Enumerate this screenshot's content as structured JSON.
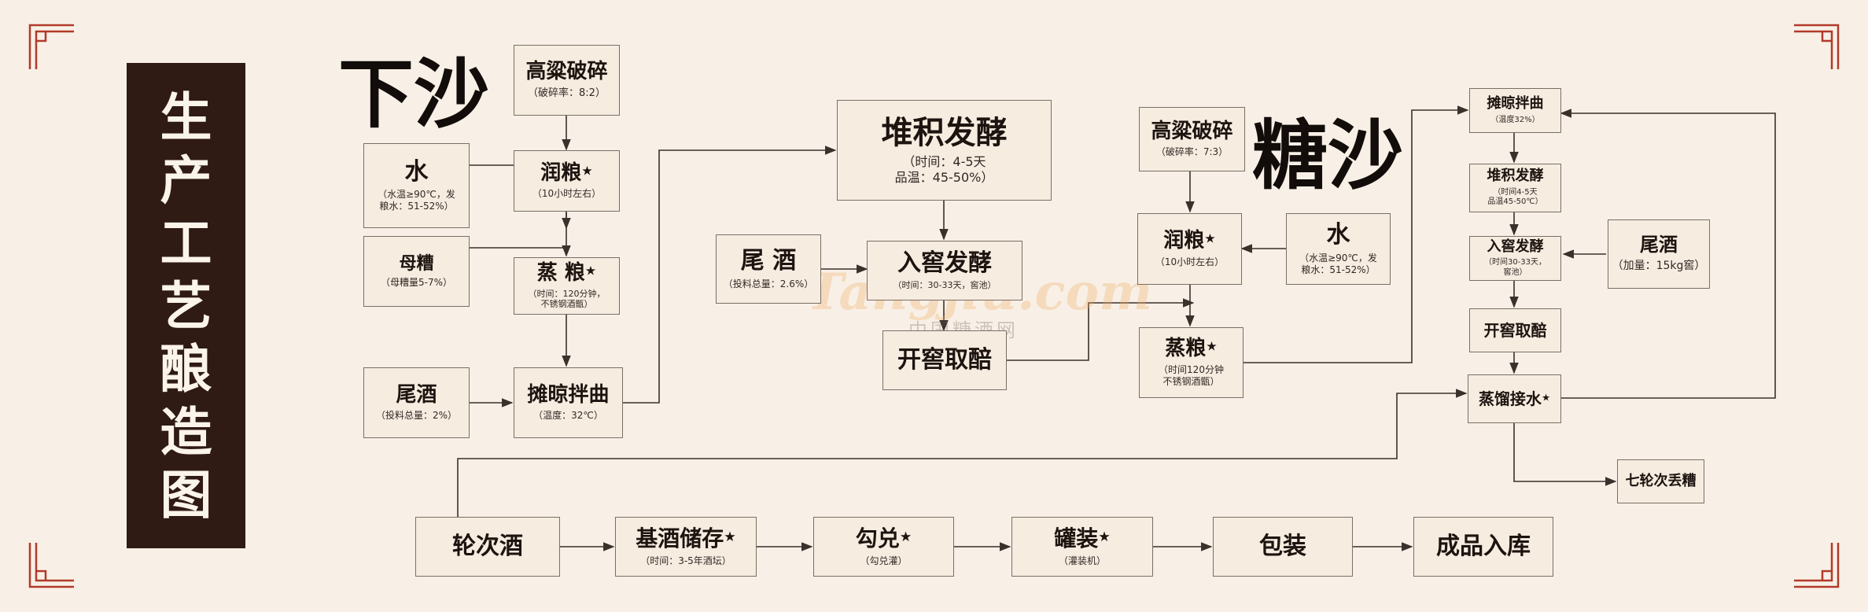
{
  "title_chars": [
    "生",
    "产",
    "工",
    "艺",
    "酿",
    "造",
    "图"
  ],
  "section_xiasha": "下沙",
  "section_zaosha": "糖沙",
  "watermark_logo": "Tangjiu.com",
  "watermark_cn": "中国糖酒网",
  "nodes": {
    "gl1": {
      "title": "高粱破碎",
      "sub": "（破碎率：8:2）"
    },
    "water1": {
      "title": "水",
      "sub": "（水温≥90℃，发\n粮水：51-52%）"
    },
    "run1": {
      "title": "润粮",
      "star": "★",
      "sub": "（10小时左右）"
    },
    "muzao": {
      "title": "母糟",
      "sub": "（母糟量5-7%）"
    },
    "zheng1": {
      "title": "蒸  粮",
      "star": "★",
      "sub": "（时间：120分钟，\n不锈钢酒甑）"
    },
    "wj1": {
      "title": "尾酒",
      "sub": "（投料总量：2%）"
    },
    "tl1": {
      "title": "摊晾拌曲",
      "sub": "（温度：32℃）"
    },
    "dj1": {
      "title": "堆积发酵",
      "sub": "（时间：4-5天\n品温：45-50%）"
    },
    "wj2": {
      "title": "尾  酒",
      "sub": "（投料总量：2.6%）"
    },
    "rj1": {
      "title": "入窖发酵",
      "sub": "（时间：30-33天，窖池）"
    },
    "kj1": {
      "title": "开窖取醅"
    },
    "gl2": {
      "title": "高粱破碎",
      "sub": "（破碎率：7:3）"
    },
    "run2": {
      "title": "润粮",
      "star": "★",
      "sub": "（10小时左右）"
    },
    "water2": {
      "title": "水",
      "sub": "（水温≥90℃，发\n粮水：51-52%）"
    },
    "zheng2": {
      "title": "蒸粮",
      "star": "★",
      "sub": "（时间120分钟\n不锈钢酒甑）"
    },
    "tl2": {
      "title": "摊晾拌曲",
      "sub": "（温度32%）"
    },
    "dj2": {
      "title": "堆积发酵",
      "sub": "（时间4-5天\n品温45-50℃）"
    },
    "rj2": {
      "title": "入窖发酵",
      "sub": "（时间30-33天，\n窖池）"
    },
    "wj3": {
      "title": "尾酒",
      "sub": "（加量：15kg窖）"
    },
    "kj2": {
      "title": "开窖取醅"
    },
    "zl": {
      "title": "蒸馏接水",
      "star": "★"
    },
    "ql": {
      "title": "七轮次丢糟"
    },
    "lcj": {
      "title": "轮次酒"
    },
    "jjcc": {
      "title": "基酒储存",
      "star": "★",
      "sub": "（时间：3-5年酒坛）"
    },
    "gd": {
      "title": "勾兑",
      "star": "★",
      "sub": "（勾兑灌）"
    },
    "gz": {
      "title": "罐装",
      "star": "★",
      "sub": "（灌装机）"
    },
    "bz": {
      "title": "包装"
    },
    "cprk": {
      "title": "成品入库"
    }
  }
}
